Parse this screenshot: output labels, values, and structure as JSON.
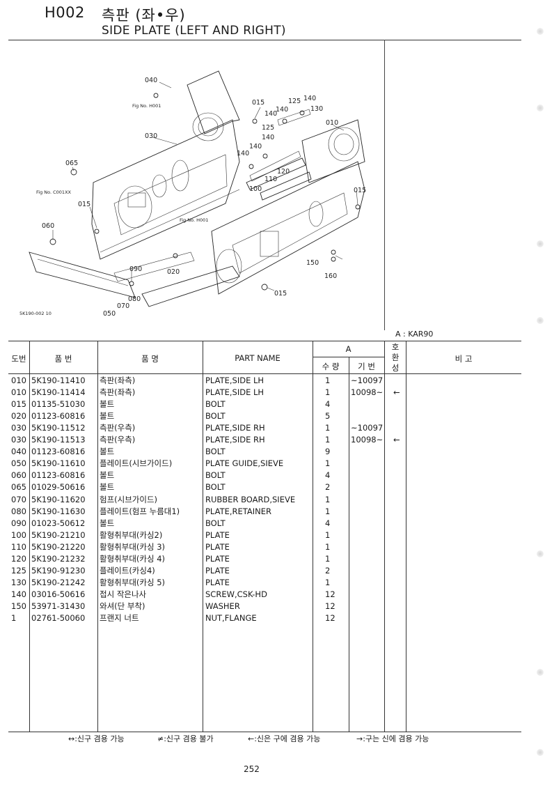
{
  "header": {
    "code": "H002",
    "title_ko": "측판 (좌•우)",
    "title_en": "SIDE PLATE (LEFT AND RIGHT)"
  },
  "diagram": {
    "callouts": [
      {
        "id": "040",
        "label": "040"
      },
      {
        "id": "figno-h001-a",
        "label": "Fig No. H001"
      },
      {
        "id": "030",
        "label": "030"
      },
      {
        "id": "065",
        "label": "065"
      },
      {
        "id": "figno-c001xx",
        "label": "Fig No. C001XX"
      },
      {
        "id": "015-a",
        "label": "015"
      },
      {
        "id": "060",
        "label": "060"
      },
      {
        "id": "015-b",
        "label": "015"
      },
      {
        "id": "140-a",
        "label": "140"
      },
      {
        "id": "125-a",
        "label": "125"
      },
      {
        "id": "140-b",
        "label": "140"
      },
      {
        "id": "130",
        "label": "130"
      },
      {
        "id": "140-c",
        "label": "140"
      },
      {
        "id": "125-b",
        "label": "125"
      },
      {
        "id": "140-d",
        "label": "140"
      },
      {
        "id": "010",
        "label": "010"
      },
      {
        "id": "140-e",
        "label": "140"
      },
      {
        "id": "140-f",
        "label": "140"
      },
      {
        "id": "120",
        "label": "120"
      },
      {
        "id": "110",
        "label": "110"
      },
      {
        "id": "100",
        "label": "100"
      },
      {
        "id": "015-c",
        "label": "015"
      },
      {
        "id": "figno-h001-b",
        "label": "Fig No. H001"
      },
      {
        "id": "090",
        "label": "090"
      },
      {
        "id": "020",
        "label": "020"
      },
      {
        "id": "080",
        "label": "080"
      },
      {
        "id": "070",
        "label": "070"
      },
      {
        "id": "050",
        "label": "050"
      },
      {
        "id": "150",
        "label": "150"
      },
      {
        "id": "160",
        "label": "160"
      },
      {
        "id": "015-d",
        "label": "015"
      }
    ],
    "ref_code": "5K190-002 10"
  },
  "model_note": "A : KAR90",
  "table": {
    "headers": {
      "no": "도번",
      "part_no": "품  번",
      "name_ko": "품        명",
      "part_name": "PART  NAME",
      "group_a": "A",
      "qty": "수 량",
      "base": "기 번",
      "compat": "호환성",
      "remarks": "비        고"
    },
    "rows": [
      {
        "no": "010",
        "part": "5K190-11410",
        "ko": "측판(좌측)",
        "en": "PLATE,SIDE LH",
        "qty": "1",
        "serial": "~10097",
        "compat": ""
      },
      {
        "no": "010",
        "part": "5K190-11414",
        "ko": "측판(좌측)",
        "en": "PLATE,SIDE LH",
        "qty": "1",
        "serial": "10098~",
        "compat": "←"
      },
      {
        "no": "015",
        "part": "01135-51030",
        "ko": "볼트",
        "en": "BOLT",
        "qty": "4",
        "serial": "",
        "compat": ""
      },
      {
        "no": "020",
        "part": "01123-60816",
        "ko": "볼트",
        "en": "BOLT",
        "qty": "5",
        "serial": "",
        "compat": ""
      },
      {
        "no": "030",
        "part": "5K190-11512",
        "ko": "측판(우측)",
        "en": "PLATE,SIDE RH",
        "qty": "1",
        "serial": "~10097",
        "compat": ""
      },
      {
        "no": "030",
        "part": "5K190-11513",
        "ko": "측판(우측)",
        "en": "PLATE,SIDE RH",
        "qty": "1",
        "serial": "10098~",
        "compat": "←"
      },
      {
        "no": "040",
        "part": "01123-60816",
        "ko": "볼트",
        "en": "BOLT",
        "qty": "9",
        "serial": "",
        "compat": ""
      },
      {
        "no": "050",
        "part": "5K190-11610",
        "ko": "플레이트(시브가이드)",
        "en": "PLATE GUIDE,SIEVE",
        "qty": "1",
        "serial": "",
        "compat": ""
      },
      {
        "no": "060",
        "part": "01123-60816",
        "ko": "볼트",
        "en": "BOLT",
        "qty": "4",
        "serial": "",
        "compat": ""
      },
      {
        "no": "065",
        "part": "01029-50616",
        "ko": "볼트",
        "en": "BOLT",
        "qty": "2",
        "serial": "",
        "compat": ""
      },
      {
        "no": "070",
        "part": "5K190-11620",
        "ko": "험프(시브가이드)",
        "en": "RUBBER BOARD,SIEVE",
        "qty": "1",
        "serial": "",
        "compat": ""
      },
      {
        "no": "080",
        "part": "5K190-11630",
        "ko": "플레이트(험프 누름대1)",
        "en": "PLATE,RETAINER",
        "qty": "1",
        "serial": "",
        "compat": ""
      },
      {
        "no": "090",
        "part": "01023-50612",
        "ko": "볼트",
        "en": "BOLT",
        "qty": "4",
        "serial": "",
        "compat": ""
      },
      {
        "no": "100",
        "part": "5K190-21210",
        "ko": "활형취부대(카싱2)",
        "en": "PLATE",
        "qty": "1",
        "serial": "",
        "compat": ""
      },
      {
        "no": "110",
        "part": "5K190-21220",
        "ko": "활형취부대(카싱 3)",
        "en": "PLATE",
        "qty": "1",
        "serial": "",
        "compat": ""
      },
      {
        "no": "120",
        "part": "5K190-21232",
        "ko": "활형취부대(카싱 4)",
        "en": "PLATE",
        "qty": "1",
        "serial": "",
        "compat": ""
      },
      {
        "no": "125",
        "part": "5K190-91230",
        "ko": "플레이트(카싱4)",
        "en": "PLATE",
        "qty": "2",
        "serial": "",
        "compat": ""
      },
      {
        "no": "130",
        "part": "5K190-21242",
        "ko": "활형취부대(카싱 5)",
        "en": "PLATE",
        "qty": "1",
        "serial": "",
        "compat": ""
      },
      {
        "no": "140",
        "part": "03016-50616",
        "ko": "접시 작은나사",
        "en": "SCREW,CSK-HD",
        "qty": "12",
        "serial": "",
        "compat": ""
      },
      {
        "no": "150",
        "part": "53971-31430",
        "ko": "와셔(단 부착)",
        "en": "WASHER",
        "qty": "12",
        "serial": "",
        "compat": ""
      },
      {
        "no": "1",
        "part": "02761-50060",
        "ko": "프랜지 너트",
        "en": "NUT,FLANGE",
        "qty": "12",
        "serial": "",
        "compat": ""
      }
    ]
  },
  "legend": [
    {
      "symbol": "↔",
      "text": ":신구 겸용 가능"
    },
    {
      "symbol": "≠",
      "text": ":신구 겸용 불가"
    },
    {
      "symbol": "←",
      "text": ":신은 구에 겸용 가능"
    },
    {
      "symbol": "→",
      "text": ":구는 신에 겸용 가능"
    }
  ],
  "page_number": "252"
}
